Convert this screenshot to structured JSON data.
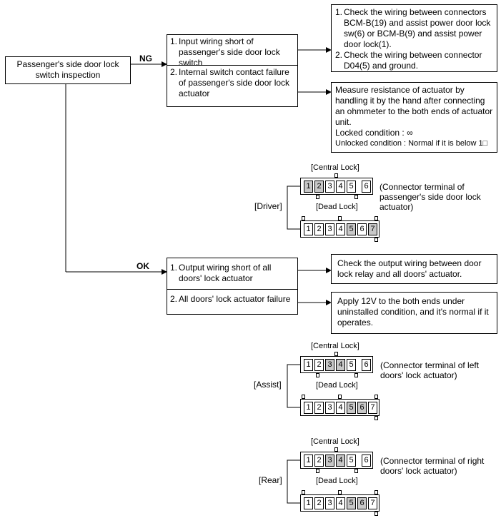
{
  "start": {
    "label": "Passenger's side door lock switch inspection"
  },
  "branches": {
    "ng": "NG",
    "ok": "OK"
  },
  "ng_causes": [
    {
      "label": "Input wiring short of passenger's side door lock switch"
    },
    {
      "label": "Internal switch contact failure of passenger's side door lock actuator"
    }
  ],
  "ng_actions": {
    "wiring_checks": [
      "Check the wiring between connectors BCM-B(19) and assist power door lock sw(6) or BCM-B(9) and assist power door lock(1).",
      "Check the wiring between connector D04(5) and ground."
    ],
    "measure": {
      "text": "Measure resistance of actuator by handling it by the hand after connecting an ohmmeter to the both ends of actuator unit.",
      "locked": "Locked condition : ∞",
      "unlocked": "Unlocked condition : Normal if it is below 1□"
    }
  },
  "ok_causes": [
    {
      "label": "Output wiring short of all doors' lock actuator"
    },
    {
      "label": "All doors' lock actuator failure"
    }
  ],
  "ok_actions": [
    "Check the output wiring between door lock relay and all doors' actuator.",
    "Apply 12V to the both ends under uninstalled condition, and it's normal if it operates."
  ],
  "connector_groups": [
    {
      "side_label": "[Driver]",
      "caption": "(Connector terminal of passenger's side door lock actuator)",
      "central": {
        "title": "[Central Lock]",
        "pins": [
          "1",
          "2",
          "3",
          "4",
          "5",
          "6"
        ],
        "highlight": [
          "1",
          "2"
        ]
      },
      "dead": {
        "title": "[Dead Lock]",
        "pins": [
          "1",
          "2",
          "3",
          "4",
          "5",
          "6",
          "7"
        ],
        "highlight": [
          "5",
          "7"
        ]
      }
    },
    {
      "side_label": "[Assist]",
      "caption": "(Connector terminal of left doors' lock actuator)",
      "central": {
        "title": "[Central Lock]",
        "pins": [
          "1",
          "2",
          "3",
          "4",
          "5",
          "6"
        ],
        "highlight": [
          "3",
          "4"
        ]
      },
      "dead": {
        "title": "[Dead Lock]",
        "pins": [
          "1",
          "2",
          "3",
          "4",
          "5",
          "6",
          "7"
        ],
        "highlight": [
          "5",
          "6"
        ]
      }
    },
    {
      "side_label": "[Rear]",
      "caption": "(Connector terminal of right doors'  lock actuator)",
      "central": {
        "title": "[Central Lock]",
        "pins": [
          "1",
          "2",
          "3",
          "4",
          "5",
          "6"
        ],
        "highlight": [
          "3",
          "4"
        ]
      },
      "dead": {
        "title": "[Dead Lock]",
        "pins": [
          "1",
          "2",
          "3",
          "4",
          "5",
          "6",
          "7"
        ],
        "highlight": [
          "5",
          "6"
        ]
      }
    }
  ],
  "colors": {
    "line": "#000000",
    "highlight_pin": "#c8c8c8",
    "background": "#ffffff"
  }
}
